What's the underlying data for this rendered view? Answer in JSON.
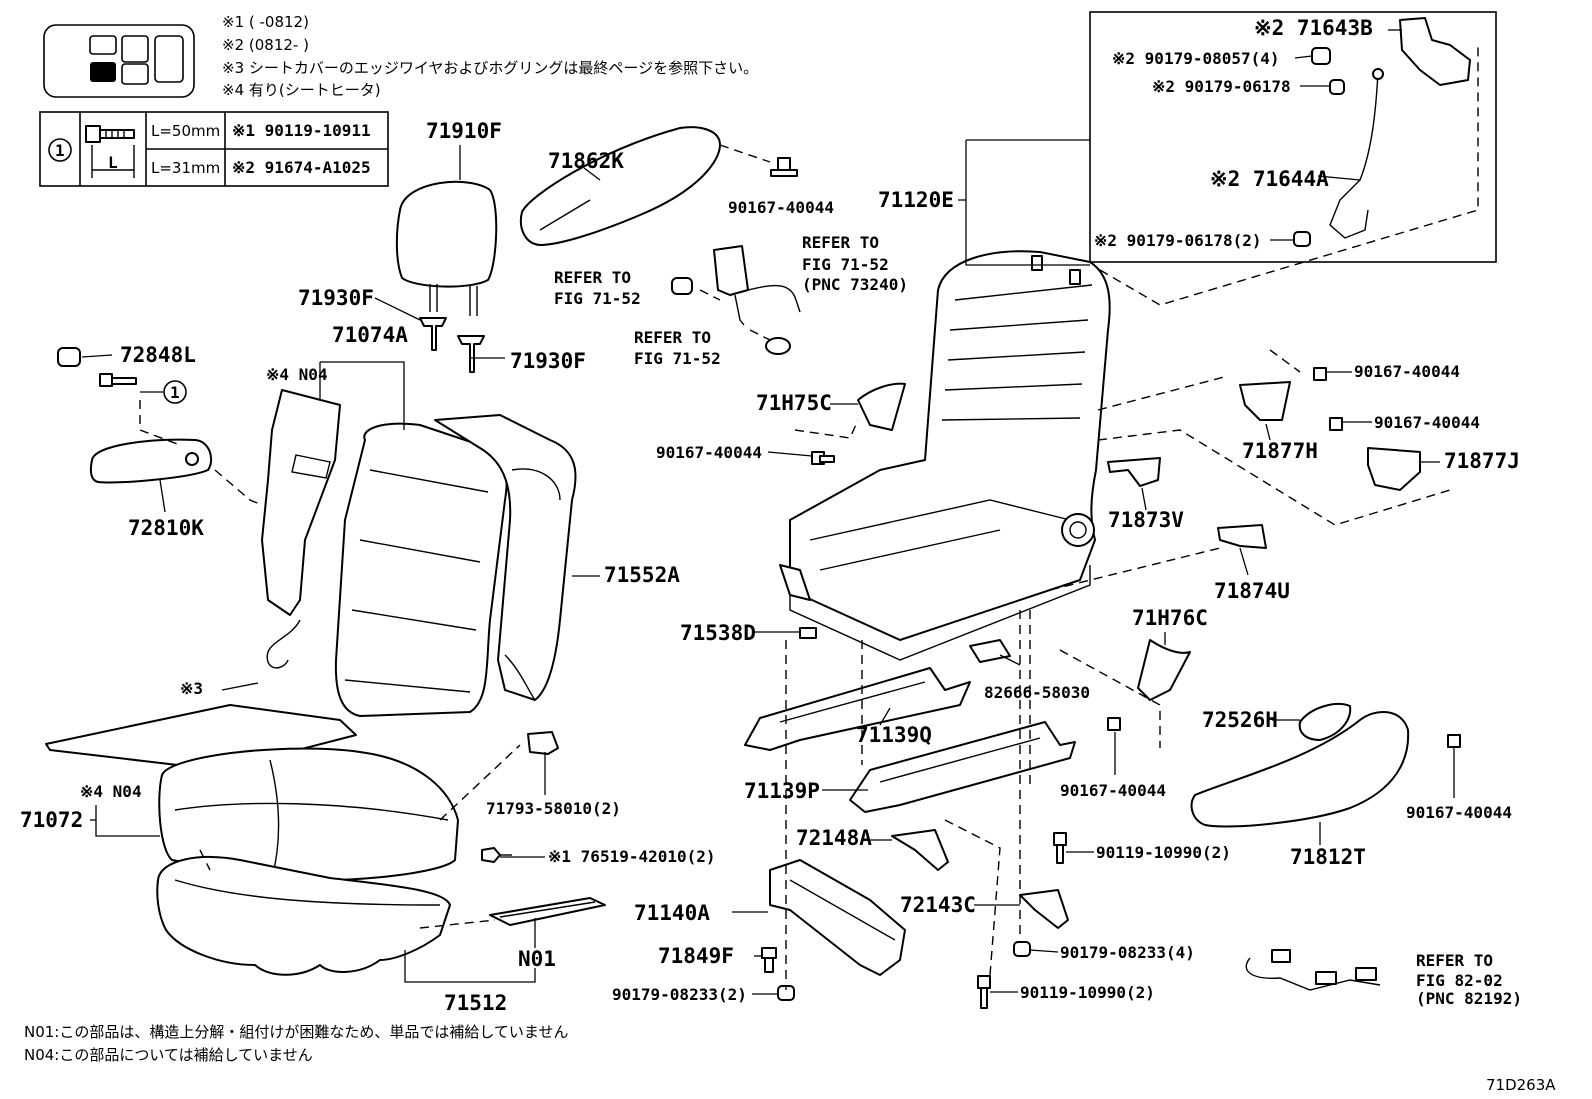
{
  "notes": {
    "n1": "※1 (      -0812)",
    "n2": "※2 (0812-      )",
    "n3": "※3 シートカバーのエッジワイヤおよびホグリングは最終ページを参照下さい。",
    "n4": "※4 有り(シートヒータ)"
  },
  "screw_table": {
    "circle": "1",
    "dim": "L",
    "rows": [
      {
        "length": "L=50mm",
        "part": "※1 90119-10911"
      },
      {
        "length": "L=31mm",
        "part": "※2 91674-A1025"
      }
    ]
  },
  "parts": {
    "p71910F": "71910F",
    "p71862K": "71862K",
    "p90167_40044_a": "90167-40044",
    "p71120E": "71120E",
    "p71643B": "※2 71643B",
    "p90179_08057": "※2 90179-08057(4)",
    "p90179_06178": "※2 90179-06178",
    "p71644A": "※2 71644A",
    "p90179_06178_2": "※2 90179-06178(2)",
    "p71930F_a": "71930F",
    "p71930F_b": "71930F",
    "p71074A": "71074A",
    "pN04_a": "※4 N04",
    "p72848L": "72848L",
    "c1": "1",
    "p72810K": "72810K",
    "p71552A": "71552A",
    "p3": "※3",
    "p71793": "71793-58010(2)",
    "pN04_b": "※4 N04",
    "p71072": "71072",
    "p76519": "※1 76519-42010(2)",
    "pN01": "N01",
    "p71512": "71512",
    "p71H75C": "71H75C",
    "p90167_40044_b": "90167-40044",
    "p71538D": "71538D",
    "p71139Q": "71139Q",
    "p71139P": "71139P",
    "p72148A": "72148A",
    "p71140A": "71140A",
    "p71849F": "71849F",
    "p90179_08233_2": "90179-08233(2)",
    "p82666": "82666-58030",
    "p90119_10990_a": "90119-10990(2)",
    "p72143C": "72143C",
    "p90179_08233_4": "90179-08233(4)",
    "p90119_10990_b": "90119-10990(2)",
    "p90167_40044_c": "90167-40044",
    "p71877H": "71877H",
    "p90167_40044_d": "90167-40044",
    "p71877J": "71877J",
    "p71873V": "71873V",
    "p71874U": "71874U",
    "p71H76C": "71H76C",
    "p90167_40044_e": "90167-40044",
    "p72526H": "72526H",
    "p90167_40044_f": "90167-40044",
    "p71812T": "71812T"
  },
  "refers": {
    "r1": [
      "REFER TO",
      "FIG 71-52",
      "(PNC 73240)"
    ],
    "r2": [
      "REFER TO",
      "FIG 71-52"
    ],
    "r3": [
      "REFER TO",
      "FIG 71-52"
    ],
    "r4": [
      "REFER TO",
      "FIG 82-02",
      "(PNC 82192)"
    ]
  },
  "footer": {
    "n01": "N01:この部品は、構造上分解・組付けが困難なため、単品では補給していません",
    "n04": "N04:この部品については補給していません",
    "code": "71D263A"
  }
}
